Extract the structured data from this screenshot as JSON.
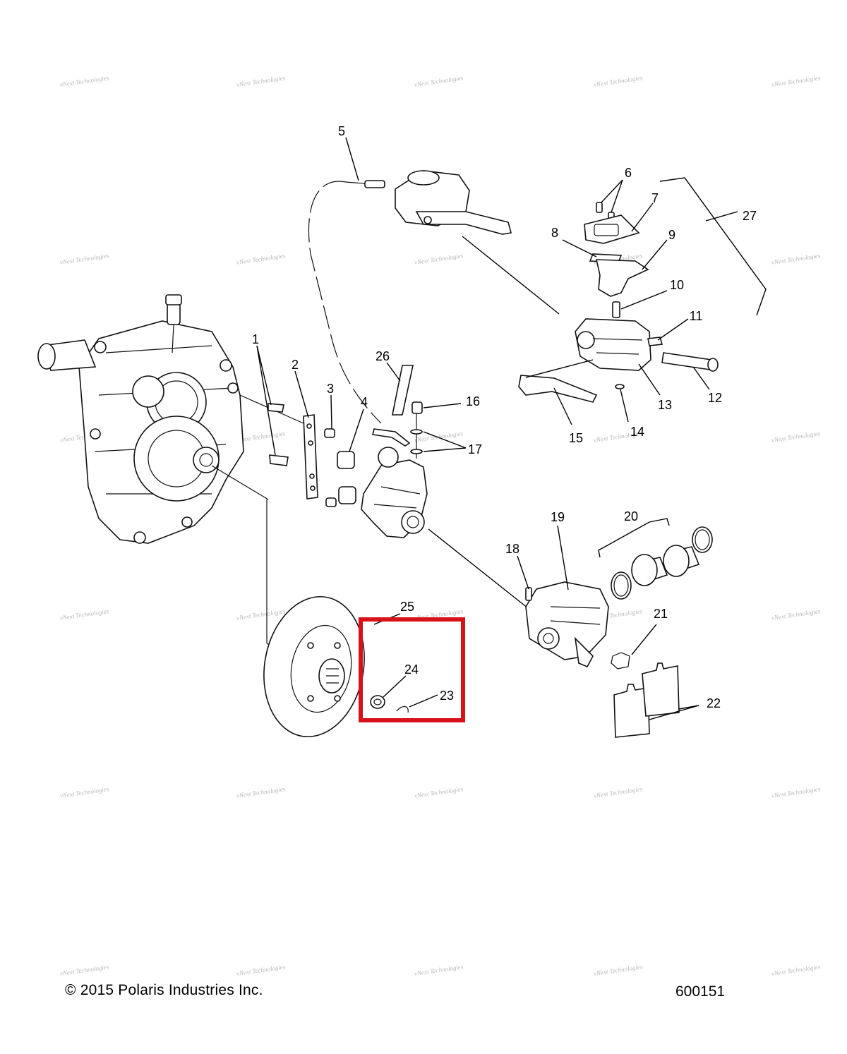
{
  "watermark": {
    "text": "vNext Technologies"
  },
  "callouts": [
    "1",
    "2",
    "3",
    "4",
    "5",
    "6",
    "7",
    "8",
    "9",
    "10",
    "11",
    "12",
    "13",
    "14",
    "15",
    "16",
    "17",
    "18",
    "19",
    "20",
    "21",
    "22",
    "23",
    "24",
    "25",
    "26",
    "27"
  ],
  "highlight": {
    "color": "#d8101a",
    "labels": [
      "24",
      "23"
    ]
  },
  "footer": {
    "copyright": "© 2015 Polaris Industries Inc.",
    "diagram_id": "600151"
  }
}
